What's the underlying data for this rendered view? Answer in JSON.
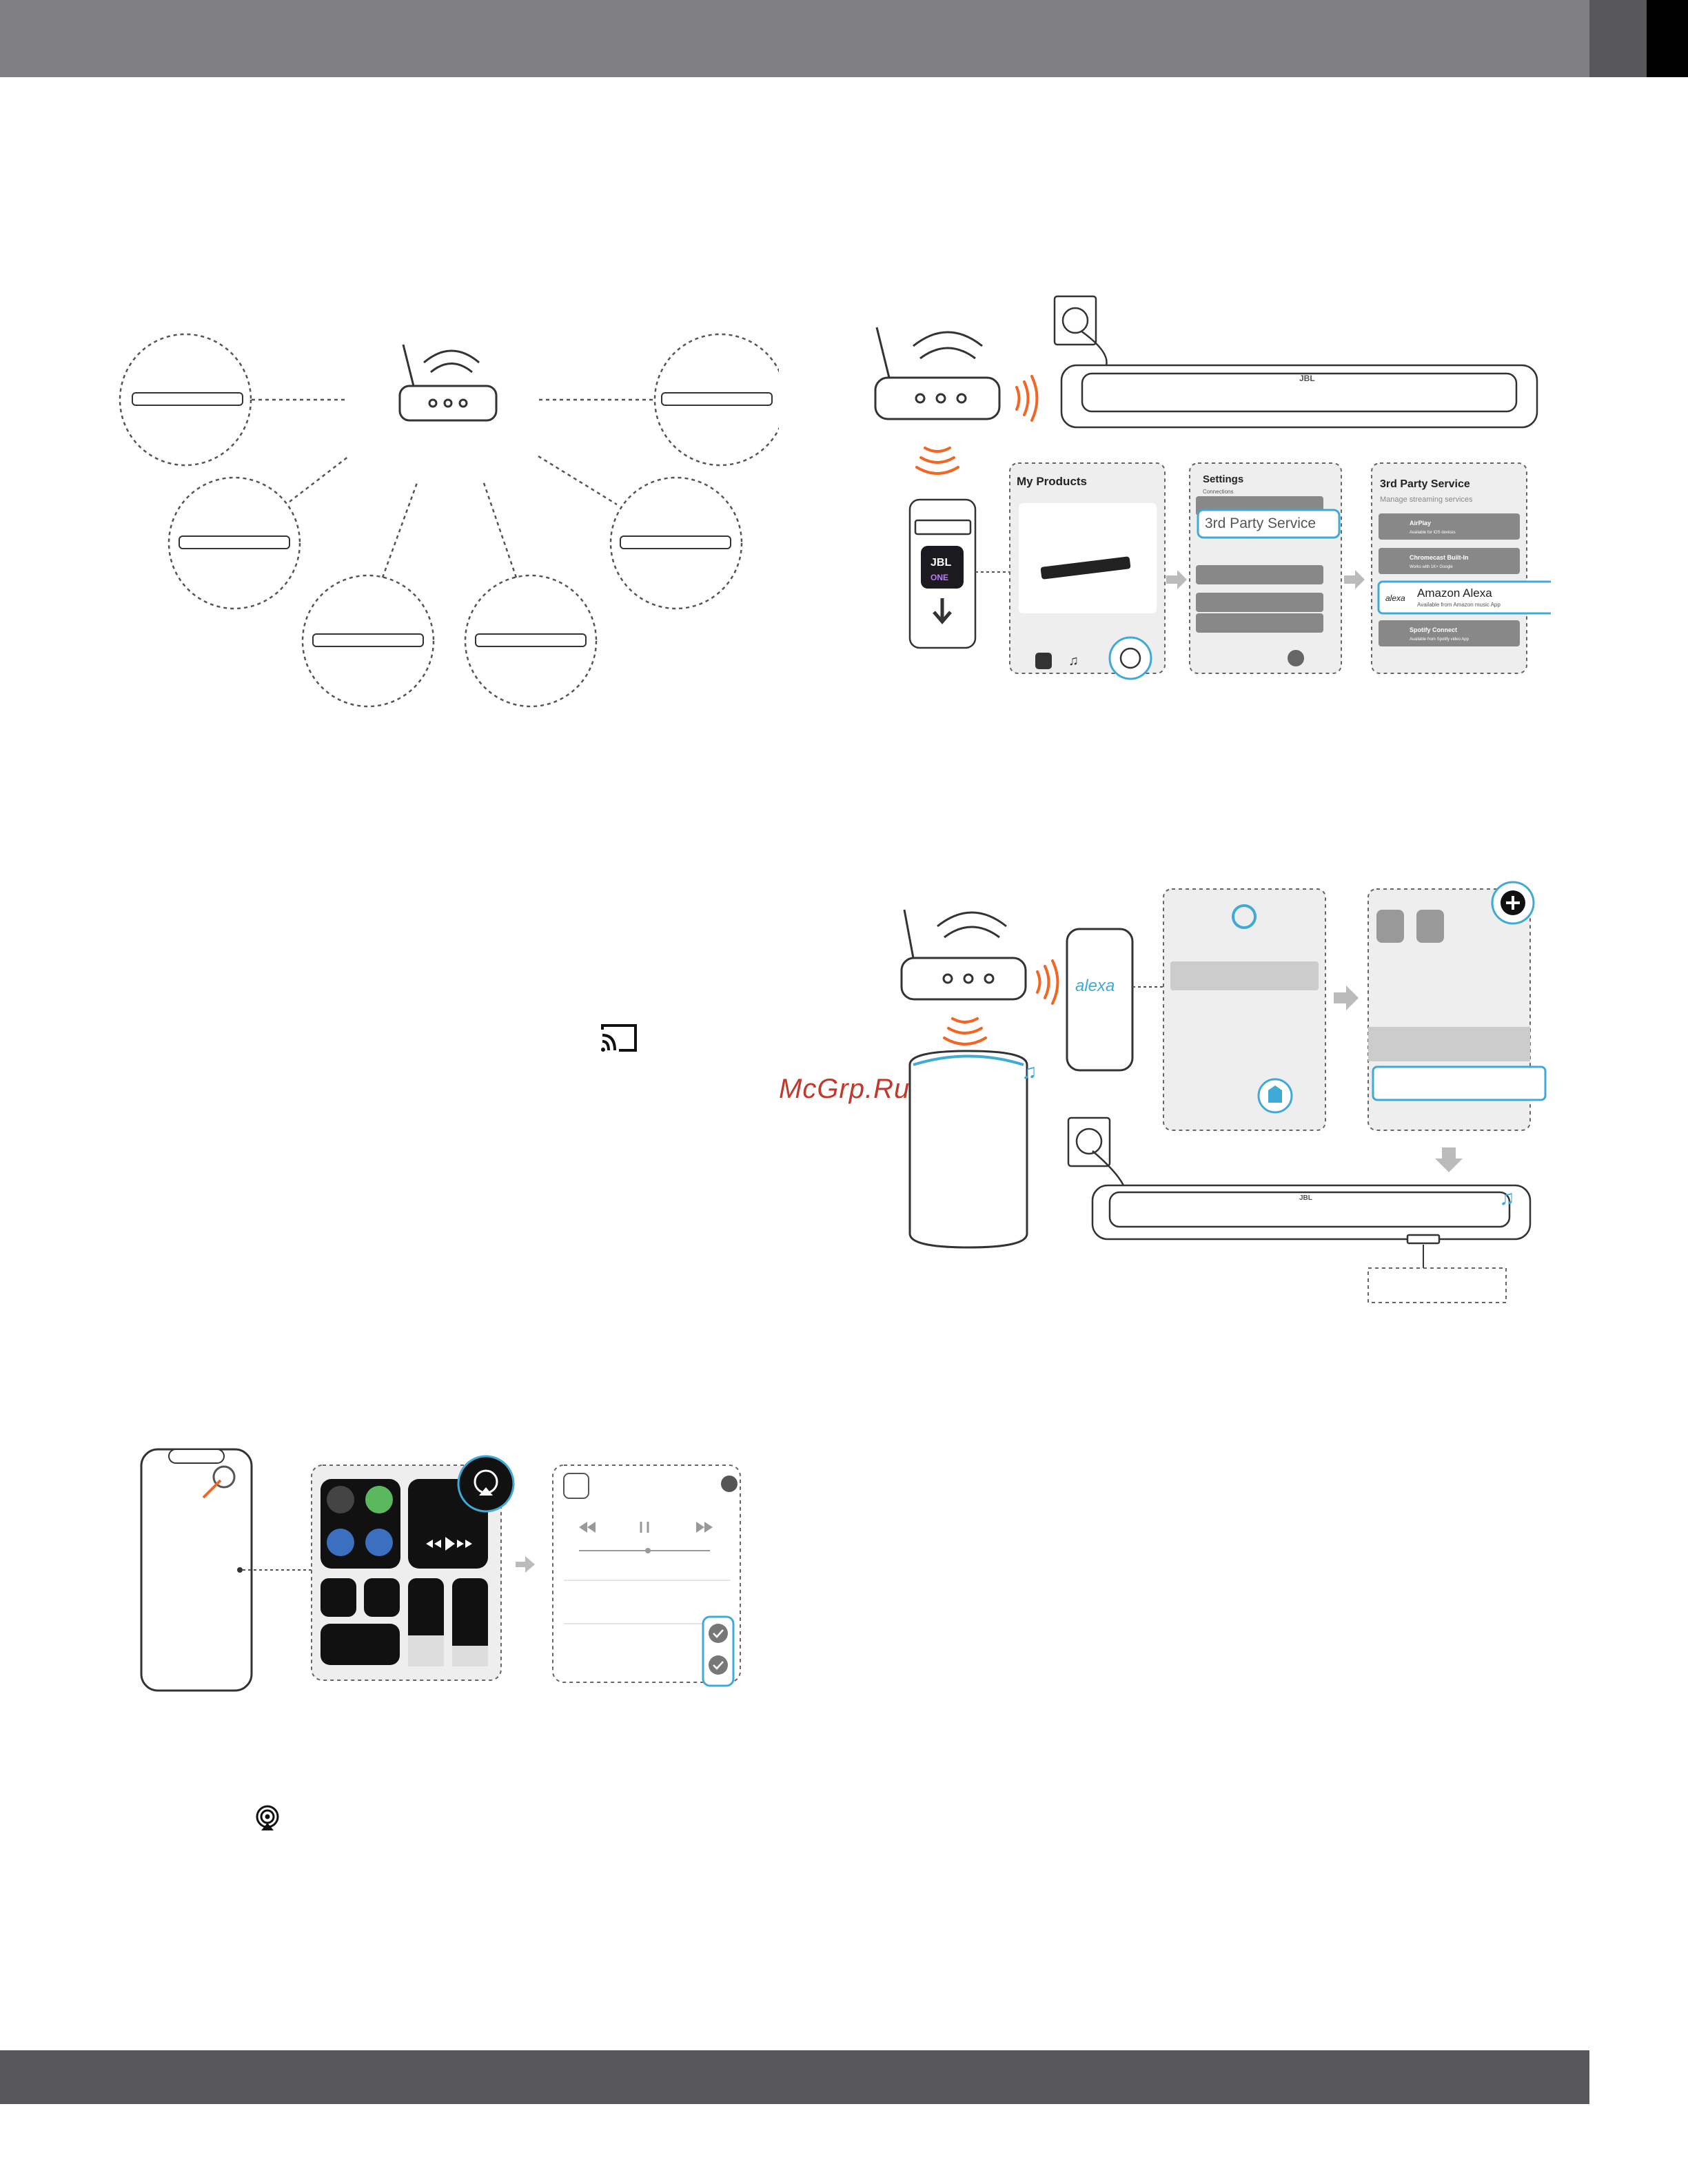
{
  "header": {
    "bar_color": "#808083",
    "dark_tab_color": "#58585a",
    "black_tab_color": "#000000"
  },
  "watermark": {
    "text": "McGrp.Ru",
    "color": "#c0392b"
  },
  "figure_setup": {
    "soundbar_logo": "JBL",
    "app_icon": {
      "line1": "JBL",
      "line2": "ONE"
    },
    "screen_my_products": {
      "title": "My Products"
    },
    "screen_settings": {
      "title": "Settings",
      "subtitle": "Connections",
      "highlight": "3rd Party Service"
    },
    "screen_third_party": {
      "title": "3rd Party Service",
      "subtitle": "Manage streaming services",
      "items": [
        {
          "name": "AirPlay",
          "desc": "Available for iOS devices"
        },
        {
          "name": "Chromecast Built-In",
          "desc": "Works with 1K+ Google"
        },
        {
          "name": "Amazon Alexa",
          "desc": "Available from Amazon music App",
          "logo": "alexa"
        },
        {
          "name": "Spotify Connect",
          "desc": "Available from Spotify video App"
        }
      ]
    },
    "accent_color": "#f26522",
    "highlight_color": "#3fa9d8"
  },
  "figure_alexa": {
    "app_label": "alexa",
    "soundbar_logo": "JBL",
    "accent_color": "#3fa9d8"
  },
  "icons": {
    "cast": "chromecast-icon",
    "airplay": "airplay-icon",
    "settings": "gear-icon",
    "add": "plus-icon",
    "devices": "devices-icon",
    "music": "music-note-icon",
    "hand": "pointer-hand-icon"
  },
  "bottom_bar": {
    "color": "#58585a"
  }
}
